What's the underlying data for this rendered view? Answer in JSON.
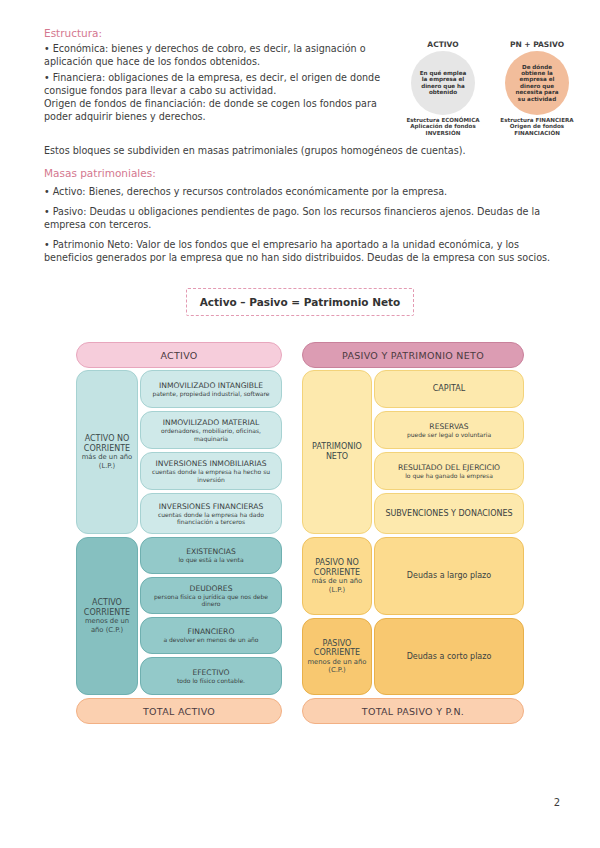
{
  "diagram": {
    "nodes": [
      {
        "text": [
          "ACTIVO",
          "En qué emplea la empresa el dinero que ha obtenido",
          "Estructura ECONÓMICA Aplicación de fondos INVERSIÓN"
        ]
      },
      {
        "text": [
          "PN + PASIVO",
          "De dónde obtiene la empresa el dinero que necesita para su actividad",
          "Estructura FINANCIERA Origen de fondos FINANCIACIÓN"
        ]
      },
      {
        "text": [
          "Activo – Pasivo = Patrimonio Neto"
        ]
      },
      {
        "text": [
          "ACTIVO"
        ]
      },
      {
        "text": [
          "ACTIVO NO CORRIENTE",
          "más de un año (L.P.)"
        ]
      },
      {
        "text": [
          "INMOVILIZADO INTANGIBLE",
          "patente, propiedad industrial, software"
        ]
      },
      {
        "text": [
          "INMOVILIZADO MATERIAL",
          "ordenadores, mobiliario, oficinas, maquinaria"
        ]
      },
      {
        "text": [
          "INVERSIONES INMOBILIARIAS",
          "cuentas donde la empresa ha hecho su inversión"
        ]
      },
      {
        "text": [
          "INVERSIONES FINANCIERAS",
          "cuentas donde la empresa ha dado financiación a terceros"
        ]
      },
      {
        "text": [
          "ACTIVO CORRIENTE",
          "menos de un año (C.P.)"
        ]
      },
      {
        "text": [
          "EXISTENCIAS",
          "lo que está a la venta"
        ]
      },
      {
        "text": [
          "DEUDORES",
          "persona física o jurídica que nos debe dinero"
        ]
      },
      {
        "text": [
          "FINANCIERO",
          "a devolver en menos de un año"
        ]
      },
      {
        "text": [
          "EFECTIVO",
          "todo lo físico contable."
        ]
      },
      {
        "text": [
          "TOTAL ACTIVO"
        ]
      },
      {
        "text": [
          "PASIVO Y PATRIMONIO NETO"
        ]
      },
      {
        "text": [
          "PATRIMONIO NETO"
        ]
      },
      {
        "text": [
          "CAPITAL"
        ]
      },
      {
        "text": [
          "RESERVAS",
          "puede ser legal o voluntaria"
        ]
      },
      {
        "text": [
          "RESULTADO DEL EJERCICIO",
          "lo que ha ganado la empresa"
        ]
      },
      {
        "text": [
          "SUBVENCIONES Y DONACIONES"
        ]
      },
      {
        "text": [
          "PASIVO NO CORRIENTE",
          "más de un año (L.P.)"
        ]
      },
      {
        "text": [
          "Deudas a largo plazo"
        ]
      },
      {
        "text": [
          "PASIVO CORRIENTE",
          "menos de un año (C.P.)"
        ]
      },
      {
        "text": [
          "Deudas a corto plazo"
        ]
      },
      {
        "text": [
          "TOTAL PASIVO Y P.N."
        ]
      }
    ],
    "labels": [
      "Estructura:",
      "• Económica: bienes y derechos de cobro, es decir, la asignación o aplicación que hace de los fondos obtenidos.",
      "• Financiera: obligaciones de la empresa, es decir, el origen de donde consigue fondos para llevar a cabo su actividad.",
      "Origen de fondos de financiación: de donde se cogen los fondos para poder adquirir bienes y derechos.",
      "Estos bloques se subdividen en masas patrimoniales (grupos homogéneos de cuentas).",
      "Masas patrimoniales:",
      "• Activo: Bienes, derechos y recursos controlados económicamente por la empresa.",
      "• Pasivo: Deudas u obligaciones pendientes de pago. Son los recursos financieros ajenos. Deudas de la empresa con terceros.",
      "• Patrimonio Neto: Valor de los fondos que el empresario ha aportado a la unidad económica, y los beneficios generados por la empresa que no han sido distribuidos. Deudas de la empresa con sus socios.",
      "2"
    ]
  }
}
